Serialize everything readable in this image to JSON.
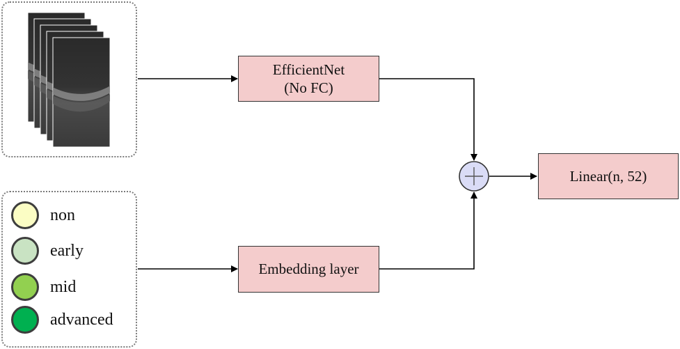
{
  "diagram": {
    "blocks": {
      "efficientnet": {
        "label": "EfficientNet\n(No FC)",
        "fill": "#f4cccc"
      },
      "embedding": {
        "label": "Embedding layer",
        "fill": "#f4cccc"
      },
      "linear": {
        "label": "Linear(n, 52)",
        "fill": "#f4cccc"
      }
    },
    "sum_node": {
      "symbol": "plus",
      "fill": "#dadcf6"
    },
    "image_stack": {
      "description_icon": "oct-scan-stack-icon",
      "frames": 5
    },
    "legend": {
      "items": [
        {
          "label": "non",
          "color": "#fbfdc4"
        },
        {
          "label": "early",
          "color": "#c9e3c3"
        },
        {
          "label": "mid",
          "color": "#92d050"
        },
        {
          "label": "advanced",
          "color": "#00b050"
        }
      ]
    },
    "colors": {
      "line": "#000000",
      "box_border": "#333333",
      "dashed_border": "#7a7a7a"
    }
  }
}
